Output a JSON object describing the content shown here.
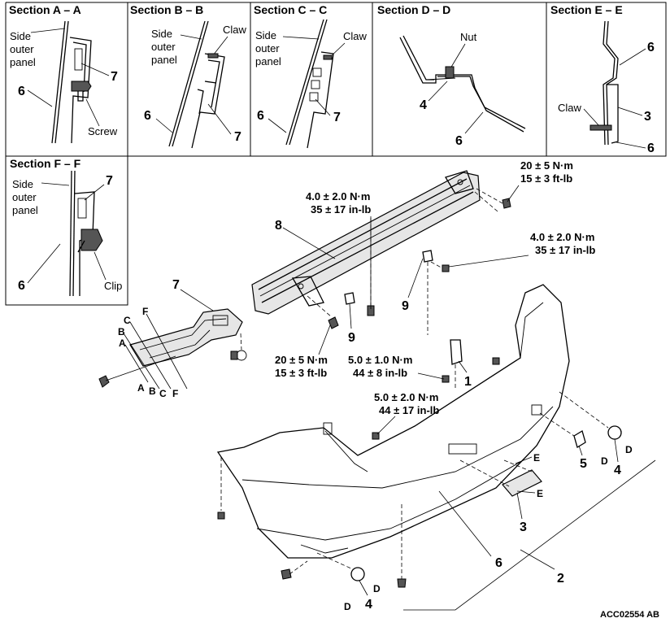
{
  "sections": {
    "a": {
      "title": "Section A – A",
      "side_outer_panel": "Side\nouter\npanel",
      "part_num_7": "7",
      "part_num_6": "6",
      "screw": "Screw"
    },
    "b": {
      "title": "Section B – B",
      "side_outer_panel": "Side\nouter\npanel",
      "claw": "Claw",
      "part_num_6": "6",
      "part_num_7": "7"
    },
    "c": {
      "title": "Section C – C",
      "side_outer_panel": "Side\nouter\npanel",
      "claw": "Claw",
      "part_num_6": "6",
      "part_num_7": "7"
    },
    "d": {
      "title": "Section D – D",
      "nut": "Nut",
      "part_num_4": "4",
      "part_num_6": "6"
    },
    "e": {
      "title": "Section E – E",
      "part_num_6_top": "6",
      "claw": "Claw",
      "part_num_3": "3",
      "part_num_6_bottom": "6"
    },
    "f": {
      "title": "Section F – F",
      "side_outer_panel": "Side\nouter\npanel",
      "part_num_7": "7",
      "part_num_6": "6",
      "clip": "Clip"
    }
  },
  "torques": {
    "t1": {
      "nm": "20 ± 5 N·m",
      "imperial": "15 ± 3 ft-lb"
    },
    "t2": {
      "nm": "4.0 ± 2.0 N·m",
      "imperial": "35 ± 17 in-lb"
    },
    "t3": {
      "nm": "4.0 ± 2.0 N·m",
      "imperial": "35 ± 17 in-lb"
    },
    "t4": {
      "nm": "20 ± 5 N·m",
      "imperial": "15 ± 3 ft-lb"
    },
    "t5": {
      "nm": "5.0 ± 1.0 N·m",
      "imperial": "44 ±  8 in-lb"
    },
    "t6": {
      "nm": "5.0 ± 2.0 N·m",
      "imperial": "44 ± 17 in-lb"
    }
  },
  "parts": {
    "p1": "1",
    "p2": "2",
    "p3": "3",
    "p4_right": "4",
    "p4_bottom": "4",
    "p5": "5",
    "p6": "6",
    "p7": "7",
    "p8": "8",
    "p9_left": "9",
    "p9_right": "9"
  },
  "section_markers": {
    "upper": [
      "F",
      "C",
      "B",
      "A"
    ],
    "lower": [
      "A",
      "B",
      "C",
      "F"
    ],
    "d": "D",
    "e": "E"
  },
  "diagram_code": "ACC02554 AB"
}
